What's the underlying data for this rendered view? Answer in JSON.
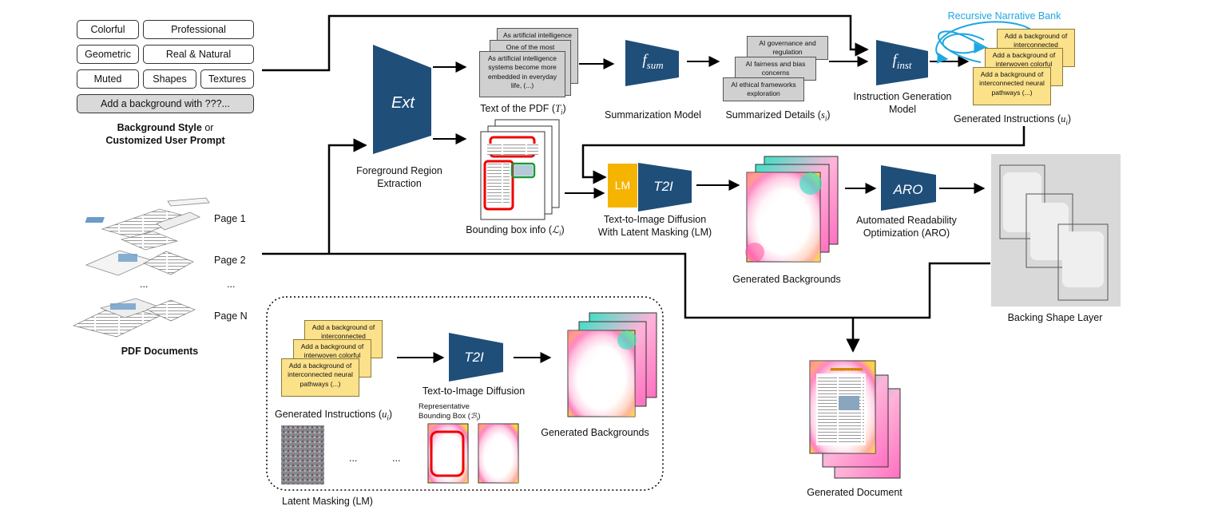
{
  "style_chips": {
    "colorful": "Colorful",
    "professional": "Professional",
    "geometric": "Geometric",
    "real_natural": "Real & Natural",
    "muted": "Muted",
    "shapes": "Shapes",
    "textures": "Textures",
    "custom_prompt": "Add a background with ???..."
  },
  "style_caption": {
    "line1_bold": "Background Style",
    "line1_rest": " or",
    "line2": "Customized User Prompt"
  },
  "pdf": {
    "page1": "Page 1",
    "page2": "Page 2",
    "ellipsis": "...",
    "pageN": "Page N",
    "caption": "PDF Documents"
  },
  "ext": {
    "symbol": "Ext",
    "caption_l1": "Foreground Region",
    "caption_l2": "Extraction"
  },
  "text_pdf": {
    "card1": "As artificial intelligence",
    "card2": "One of the most",
    "card3": "As artificial intelligence systems become more embedded in everyday life, (...)",
    "caption": "Text of the PDF (",
    "caption_var": "T",
    "caption_sub": "i",
    "caption_end": ")"
  },
  "bbox_info": {
    "caption": "Bounding box info (",
    "caption_var": "ℒ",
    "caption_sub": "i",
    "caption_end": ")"
  },
  "fsum": {
    "symbol": "f",
    "sub": "sum",
    "caption": "Summarization Model"
  },
  "summaries": {
    "card1": "AI governance and regulation",
    "card2": "AI fairness and bias concerns",
    "card3": "AI ethical frameworks exploration",
    "caption": "Summarized Details (",
    "caption_var": "s",
    "caption_sub": "i",
    "caption_end": ")"
  },
  "finst": {
    "symbol": "f",
    "sub": "inst",
    "caption_l1": "Instruction Generation",
    "caption_l2": "Model"
  },
  "narrative_bank": "Recursive Narrative Bank",
  "instructions": {
    "card1": "Add a background of interconnected elements",
    "card2": "Add a background of interwoven colorful",
    "card3": "Add a background of interconnected neural pathways (...)",
    "caption": "Generated Instructions (",
    "caption_var": "u",
    "caption_sub": "i",
    "caption_end": ")"
  },
  "t2i": {
    "lm": "LM",
    "symbol": "T2I",
    "caption_l1": "Text-to-Image Diffusion",
    "caption_l2": "With Latent Masking (LM)"
  },
  "gen_bg": {
    "caption": "Generated Backgrounds"
  },
  "aro": {
    "symbol": "ARO",
    "caption_l1": "Automated Readability",
    "caption_l2": "Optimization (ARO)"
  },
  "backing": {
    "caption": "Backing Shape Layer"
  },
  "gen_doc": {
    "caption": "Generated Document",
    "page_title": "Introduction to AI Ethics"
  },
  "lm_box": {
    "card1": "Add a background of interconnected elements",
    "card2": "Add a background of interwoven colorful",
    "card3": "Add a background of interconnected neural pathways (...)",
    "inst_caption": "Generated Instructions (",
    "inst_var": "u",
    "inst_sub": "i",
    "inst_end": ")",
    "t2i": "T2I",
    "t2i_caption": "Text-to-Image Diffusion",
    "rep_l1": "Representative",
    "rep_l2": "Bounding Box (",
    "rep_var": "ℬ",
    "rep_sub": "i",
    "rep_end": ")",
    "dots1": "...",
    "dots2": "...",
    "bg_caption": "Generated Backgrounds",
    "title": "Latent Masking (LM)"
  },
  "colors": {
    "trapezoid": "#1f4e79",
    "lm_orange": "#f5b400",
    "bank_blue": "#1ea7e1",
    "yellow_card": "#fbe18a",
    "gray_card": "#d0d0d0"
  }
}
